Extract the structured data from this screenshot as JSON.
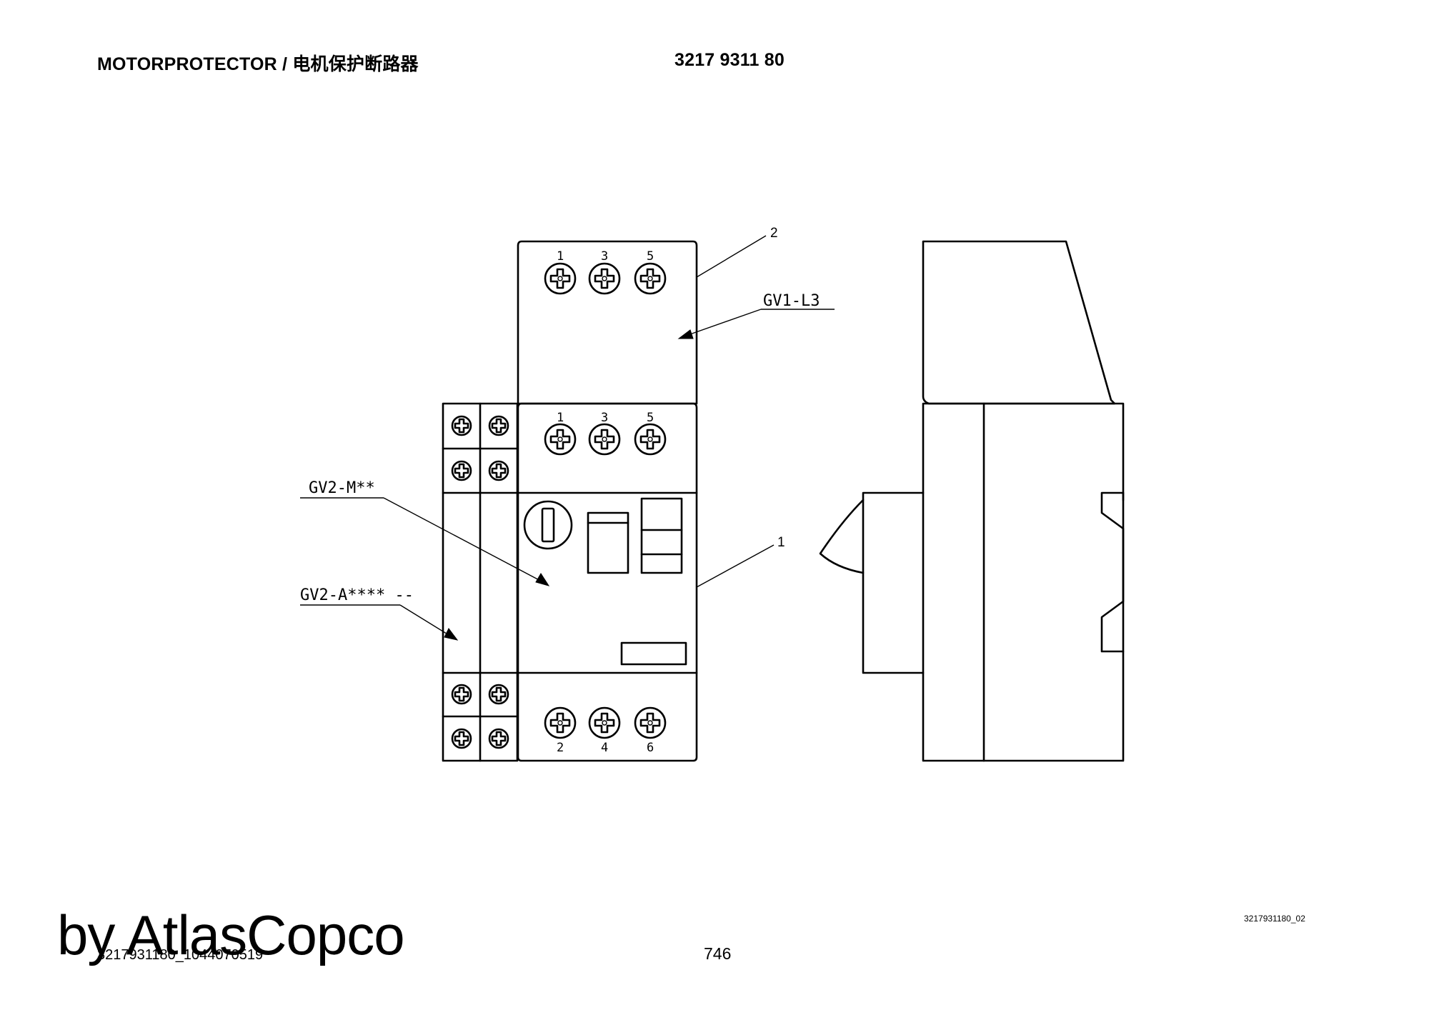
{
  "header": {
    "title": "MOTORPROTECTOR / 电机保护断路器",
    "part_number": "3217 9311 80"
  },
  "drawing": {
    "callouts": {
      "top_block_ref": "2",
      "main_body_ref": "1",
      "gv1_label": "GV1-L3",
      "gv2m_label": "GV2-M**",
      "gv2a_label": "GV2-A**** --"
    },
    "top_block_terminals": [
      "1",
      "3",
      "5"
    ],
    "main_top_terminals": [
      "1",
      "3",
      "5"
    ],
    "main_bottom_terminals": [
      "2",
      "4",
      "6"
    ]
  },
  "footer": {
    "doc_code": "3217931180_1044070519",
    "page_number": "746",
    "drawing_id": "3217931180_02",
    "watermark": "by AtlasCopco"
  }
}
